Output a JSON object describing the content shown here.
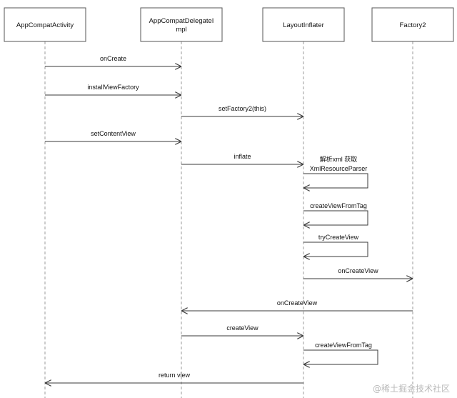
{
  "lifelines": [
    {
      "id": "activity",
      "lines": [
        "AppCompatActivity"
      ]
    },
    {
      "id": "delegate",
      "lines": [
        "AppCompatDelegateI",
        "mpl"
      ]
    },
    {
      "id": "inflater",
      "lines": [
        "LayoutInflater"
      ]
    },
    {
      "id": "factory",
      "lines": [
        "Factory2"
      ]
    }
  ],
  "messages": [
    {
      "from": "activity",
      "to": "delegate",
      "label": "onCreate"
    },
    {
      "from": "activity",
      "to": "delegate",
      "label": "installViewFactory"
    },
    {
      "from": "delegate",
      "to": "inflater",
      "label": "setFactory2(this)"
    },
    {
      "from": "activity",
      "to": "delegate",
      "label": "setContentView"
    },
    {
      "from": "delegate",
      "to": "inflater",
      "label": "inflate"
    },
    {
      "from": "inflater",
      "to": "inflater",
      "lines": [
        "解析xml 获取",
        "XmlResourceParser"
      ]
    },
    {
      "from": "inflater",
      "to": "inflater",
      "lines": [
        "createViewFromTag"
      ]
    },
    {
      "from": "inflater",
      "to": "inflater",
      "lines": [
        "tryCreateView"
      ]
    },
    {
      "from": "inflater",
      "to": "factory",
      "label": "onCreateView"
    },
    {
      "from": "factory",
      "to": "delegate",
      "label": "onCreateView"
    },
    {
      "from": "delegate",
      "to": "inflater",
      "label": "createView"
    },
    {
      "from": "inflater",
      "to": "inflater",
      "lines": [
        "createViewFromTag"
      ]
    },
    {
      "from": "inflater",
      "to": "activity",
      "label": "return view"
    }
  ],
  "watermark": "@稀土掘金技术社区",
  "colors": {
    "line": "#3a3a3a",
    "lifeline_dash": "#9a9a9a",
    "box_border": "#555555",
    "text": "#111111",
    "watermark": "#b9b9b9"
  }
}
